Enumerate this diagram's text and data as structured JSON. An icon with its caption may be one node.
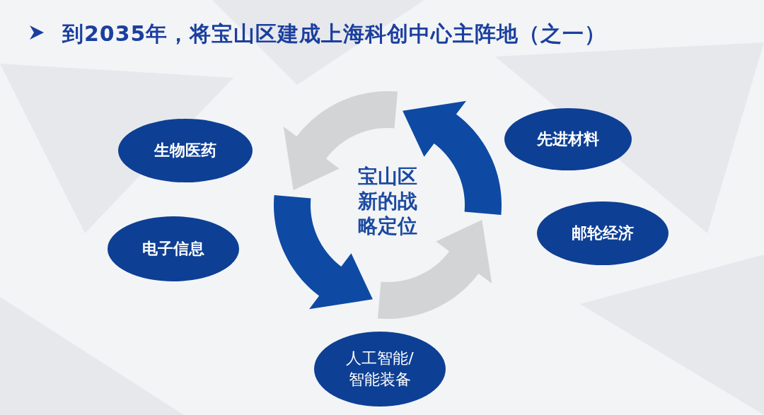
{
  "diagram": {
    "title": "到2035年，将宝山区建成上海科创中心主阵地（之一）",
    "nodes": [
      {
        "text": [
          "生物医药"
        ]
      },
      {
        "text": [
          "电子信息"
        ]
      },
      {
        "text": [
          "先进材料"
        ]
      },
      {
        "text": [
          "邮轮经济"
        ]
      },
      {
        "text": [
          "人工智能/智能装备"
        ]
      }
    ],
    "labels": [
      "宝山区新的战略定位"
    ]
  }
}
